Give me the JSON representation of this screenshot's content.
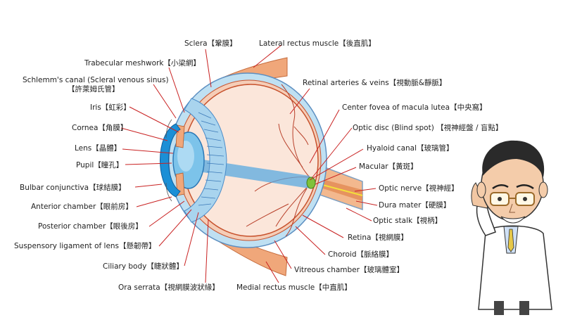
{
  "labels": {
    "sclera": "Sclera【鞏膜】",
    "lateral_rectus": "Lateral rectus muscle【後直肌】",
    "trabecular": "Trabecular meshwork【小梁網】",
    "schlemm_1": "Schlemm's canal (Scleral venous sinus)",
    "schlemm_2": "【許萊姆氏管】",
    "retinal_arteries": "Retinal arteries & veins【視動脈&靜脈】",
    "iris": "Iris【虹彩】",
    "center_fovea": "Center fovea of macula lutea【中央窩】",
    "cornea": "Cornea【角膜】",
    "optic_disc": "Optic disc (Blind spot) 【視神經盤 / 盲點】",
    "lens": "Lens【晶體】",
    "hyaloid": "Hyaloid canal【玻璃管】",
    "pupil": "Pupil【瞳孔】",
    "macular": "Macular【黃斑】",
    "bulbar": "Bulbar conjunctiva【球結膜】",
    "optic_nerve": "Optic nerve【視神經】",
    "anterior_chamber": "Anterior chamber【眼前房】",
    "dura_mater": "Dura mater【硬膜】",
    "posterior_chamber": "Posterior chamber【眼後房】",
    "optic_stalk": "Optic stalk【視柄】",
    "retina": "Retina【視網膜】",
    "suspensory": "Suspensory ligament of lens【懸韌帶】",
    "choroid": "Choroid【脈絡膜】",
    "ciliary": "Ciliary body【睫狀體】",
    "vitreous": "Vitreous chamber【玻璃體室】",
    "ora_serrata": "Ora serrata【視網膜波狀緣】",
    "medial_rectus": "Medial rectus muscle【中直肌】"
  },
  "colors": {
    "sclera": "#bfe0f2",
    "muscle": "#f0a77a",
    "vitreous": "#fbe6da",
    "retina_line": "#c7522d",
    "vessels": "#b8402a",
    "lens": "#7cc3ea",
    "cornea": "#1b8fd6",
    "leader": "#c92222",
    "beam": "#5aa9e0"
  },
  "icons": {
    "doctor": "doctor-cartoon-figure"
  }
}
